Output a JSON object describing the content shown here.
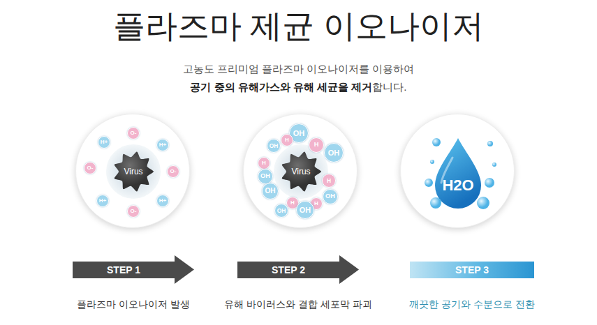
{
  "diagram": {
    "title": "플라즈마 제균 이오나이저",
    "nodes": [
      {
        "text": [
          "Virus"
        ]
      },
      {
        "text": [
          "O-"
        ],
        "in": 0
      },
      {
        "text": [
          "H+"
        ],
        "in": 0
      },
      {
        "text": [
          "H+"
        ],
        "in": 0
      },
      {
        "text": [
          "O-"
        ],
        "in": 0
      },
      {
        "text": [
          "O-"
        ],
        "in": 0
      },
      {
        "text": [
          "H+"
        ],
        "in": 0
      },
      {
        "text": [
          "H+"
        ],
        "in": 0
      },
      {
        "text": [
          "O-"
        ],
        "in": 0
      },
      {
        "text": [
          "Virus"
        ]
      },
      {
        "text": [
          "OH"
        ],
        "in": 9
      },
      {
        "text": [
          "H"
        ],
        "in": 9
      },
      {
        "text": [
          "OH"
        ],
        "in": 9
      },
      {
        "text": [
          "H"
        ],
        "in": 9
      },
      {
        "text": [
          "OH"
        ],
        "in": 9
      },
      {
        "text": [
          "H"
        ],
        "in": 9
      },
      {
        "text": [
          "OH"
        ],
        "in": 9
      },
      {
        "text": [
          "H"
        ],
        "in": 9
      },
      {
        "text": [
          "OH"
        ],
        "in": 9
      },
      {
        "text": [
          "OH"
        ],
        "in": 9
      },
      {
        "text": [
          "H"
        ],
        "in": 9
      },
      {
        "text": [
          "H"
        ],
        "in": 9
      },
      {
        "text": [
          "OH"
        ],
        "in": 9
      },
      {
        "text": [
          "OH"
        ],
        "in": 9
      },
      {
        "text": [
          "H2O"
        ]
      },
      {
        "text": [
          "STEP 1",
          "플라즈마 이오나이저 발생"
        ]
      },
      {
        "text": [
          "STEP 2",
          "유해 바이러스와 결합 세포막 파괴"
        ]
      },
      {
        "text": [
          "STEP 3",
          "깨끗한 공기와 수분으로 전환"
        ]
      }
    ],
    "labels": [
      "고농도 프리미엄 플라즈마 이오나이저를 이용하여",
      "공기 중의 유해가스와 유해 세균을 제거",
      "합니다."
    ]
  }
}
